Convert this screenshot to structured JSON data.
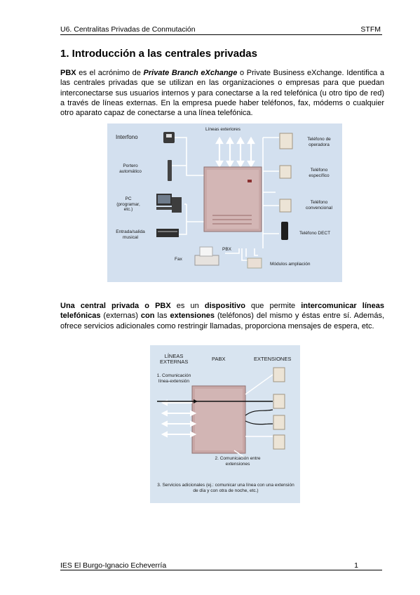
{
  "header": {
    "left": "U6. Centralitas Privadas de Conmutación",
    "right": "STFM"
  },
  "title": "1. Introducción a las centrales privadas",
  "para1": {
    "b1": "PBX",
    "t1": " es el acrónimo de ",
    "bi1": "Private Branch eXchange",
    "t2": " o Private Business eXchange. Identifica a las centrales privadas que se utilizan en las organizaciones o empresas para que puedan interconectarse sus usuarios internos y para conectarse a la red telefónica (u otro tipo de red) a través de líneas externas. En la empresa puede haber teléfonos, fax, módems o cualquier otro aparato capaz de conectarse a una línea telefónica."
  },
  "figure1": {
    "interfono": "Interfono",
    "lineas_exteriores": "Líneas exteriores",
    "portero": "Portero automático",
    "pc": "PC (programar, etc.)",
    "entrada": "Entrada/salida musical",
    "fax": "Fax",
    "pbx": "PBX",
    "modulos": "Módulos ampliación",
    "tel_operadora": "Teléfono de operadora",
    "tel_especifico": "Teléfono específico",
    "tel_convencional": "Teléfono convencional",
    "tel_dect": "Teléfono DECT"
  },
  "para2": {
    "b1": "Una central privada o PBX",
    "t1": " es un ",
    "b2": "dispositivo",
    "t2": " que permite ",
    "b3": "intercomunicar líneas telefónicas",
    "t3": " (externas) ",
    "b4": "con",
    "t4": " las ",
    "b5": "extensiones",
    "t5": " (teléfonos) del mismo y éstas entre sí. Además, ofrece servicios adicionales como restringir llamadas, proporciona mensajes de espera, etc."
  },
  "figure2": {
    "lineas_externas": "LÍNEAS EXTERNAS",
    "pabx": "PABX",
    "extensiones": "EXTENSIONES",
    "com1": "1. Comunicación línea-extensión",
    "com2": "2. Comunicación entre extensiones",
    "com3": "3. Servicios adicionales (ej.: comunicar una línea con una extensión de día y con otra de noche, etc.)"
  },
  "footer": {
    "left": "IES El Burgo-Ignacio Echeverría",
    "right": "1"
  }
}
